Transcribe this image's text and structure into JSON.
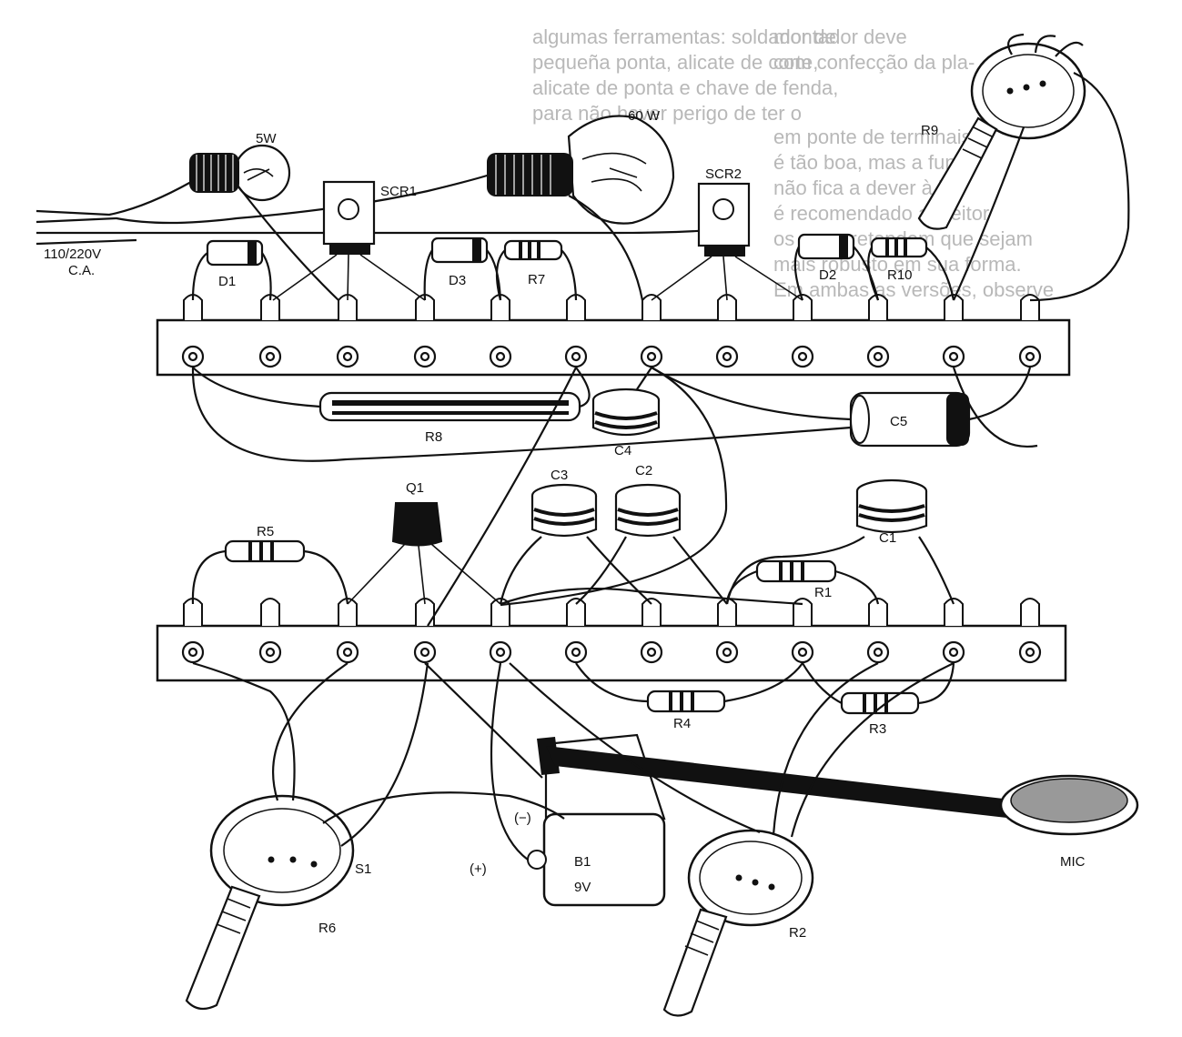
{
  "labels": {
    "lamp_5w": "5W",
    "lamp_60w": "60 W",
    "mains_voltage": "110/220V",
    "mains_ac": "C.A.",
    "r9": "R9",
    "scr1": "SCR1",
    "scr2": "SCR2",
    "d1": "D1",
    "d3": "D3",
    "r7": "R7",
    "d2": "D2",
    "r10": "R10",
    "r8": "R8",
    "c4": "C4",
    "c5": "C5",
    "q1": "Q1",
    "c3": "C3",
    "c2": "C2",
    "c1": "C1",
    "r5": "R5",
    "r1": "R1",
    "r4": "R4",
    "r3": "R3",
    "s1": "S1",
    "r6": "R6",
    "b1": "B1",
    "b1_voltage": "9V",
    "battery_plus": "(+)",
    "battery_minus": "(−)",
    "r2": "R2",
    "mic": "MIC"
  },
  "background_text": [
    "algumas ferramentas: soldador de",
    "pequeña ponta, alicate de corte,",
    "alicate de ponta e chave de fenda,",
    "para não haver perigo de ter o",
    "montador deve",
    "com confecção da pla-",
    "em ponte de terminais",
    "é tão boa, mas a fun-",
    "não fica a dever à im-",
    "é recomendado ao leitor",
    "os que pretendem que sejam",
    "mais robusto em sua forma.",
    "Em ambas as versões, observe"
  ]
}
